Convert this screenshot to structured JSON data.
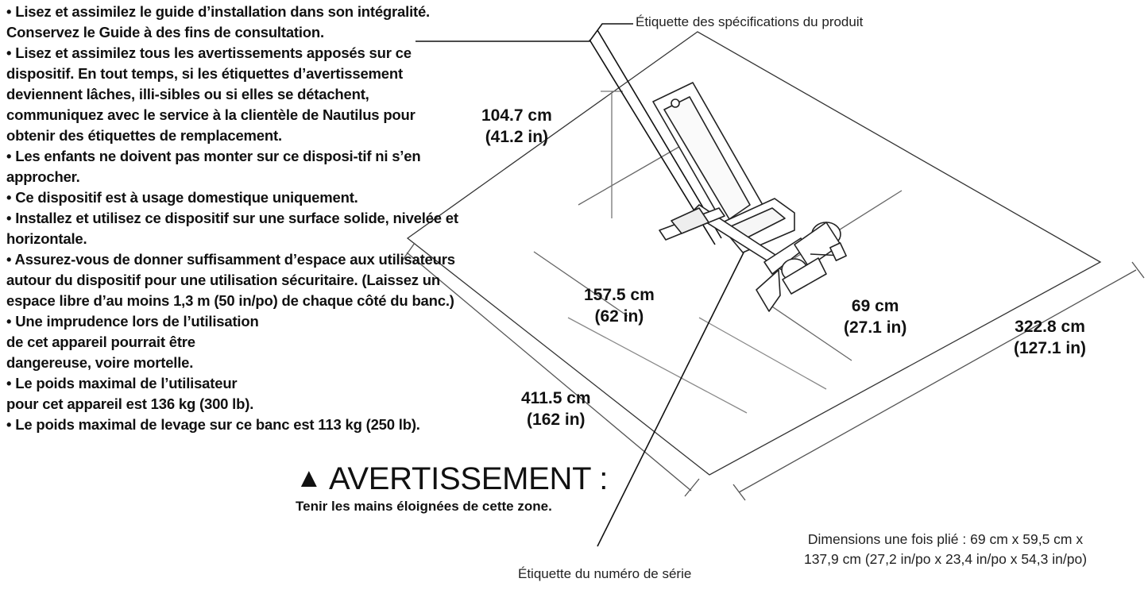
{
  "instructions": [
    "• Lisez et assimilez le guide d’installation dans son intégralité. Conservez le Guide à des fins de consultation.",
    "• Lisez et assimilez tous les avertissements apposés sur ce dispositif. En tout temps, si les étiquettes d’avertissement deviennent lâches, illi-sibles ou si elles se détachent, communiquez avec le service à la clientèle de Nautilus pour obtenir des étiquettes de remplacement.",
    "• Les enfants ne doivent pas monter sur ce disposi-tif ni s’en approcher.",
    "• Ce dispositif est à usage domestique uniquement.",
    "• Installez et utilisez ce dispositif sur une surface solide, nivelée et horizontale.",
    "• Assurez-vous de donner suffisamment d’espace aux utilisateurs autour du dispositif pour une utilisation sécuritaire. (Laissez un espace libre d’au moins 1,3 m (50 in/po) de chaque côté du banc.)",
    "• Une imprudence lors de l’utilisation de cet appareil pourrait être dangereuse, voire mortelle.",
    "• Le poids maximal de l’utilisateur pour cet appareil est 136 kg (300 lb).",
    "• Le poids maximal de levage sur ce banc est 113 kg (250 lb)."
  ],
  "callouts": {
    "spec_label": "Étiquette des spécifications du produit",
    "serial_label": "Étiquette du numéro de série"
  },
  "dimensions": {
    "height": {
      "cm": "104.7 cm",
      "in": "(41.2 in)"
    },
    "inner_length": {
      "cm": "157.5 cm",
      "in": "(62 in)"
    },
    "inner_width": {
      "cm": "69 cm",
      "in": "(27.1 in)"
    },
    "outer_width": {
      "cm": "322.8 cm",
      "in": "(127.1 in)"
    },
    "outer_length": {
      "cm": "411.5 cm",
      "in": "(162 in)"
    }
  },
  "warning": {
    "symbol": "▲",
    "title": "AVERTISSEMENT :",
    "subtitle": "Tenir les mains éloignées de cette zone."
  },
  "folded": {
    "line1": "Dimensions une fois plié : 69 cm x 59,5 cm x",
    "line2": "137,9 cm (27,2 in/po x 23,4 in/po x 54,3 in/po)"
  }
}
